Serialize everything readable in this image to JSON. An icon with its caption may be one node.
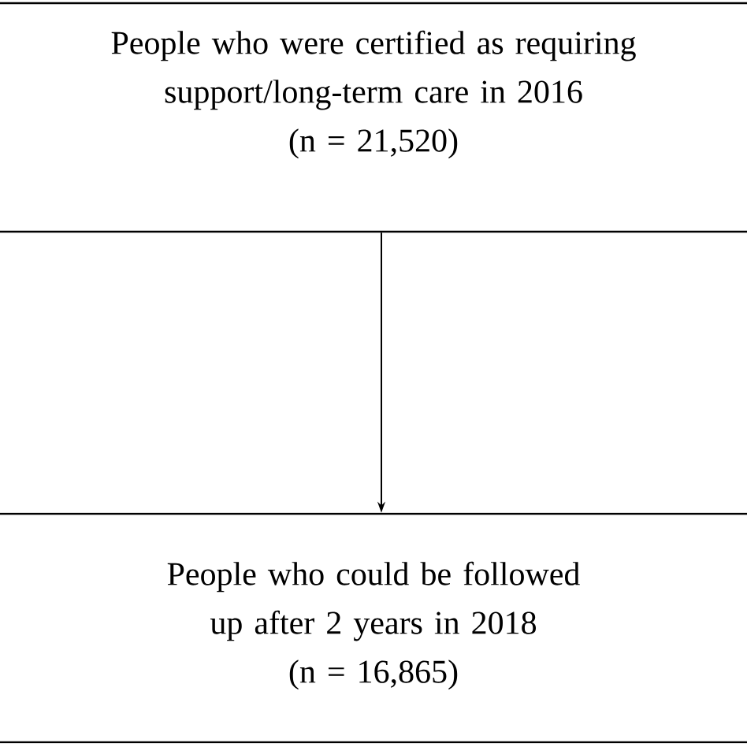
{
  "diagram": {
    "nodes": [
      {
        "text": [
          "People who were certified as requiring support/long-term care in 2016",
          "(n = 21,520)"
        ]
      },
      {
        "text": [
          "People who could be followed up after 2 years in 2018",
          "(n = 16,865)"
        ]
      }
    ],
    "edges": [
      {
        "from": 0,
        "to": 1,
        "arrow": "to"
      }
    ]
  }
}
